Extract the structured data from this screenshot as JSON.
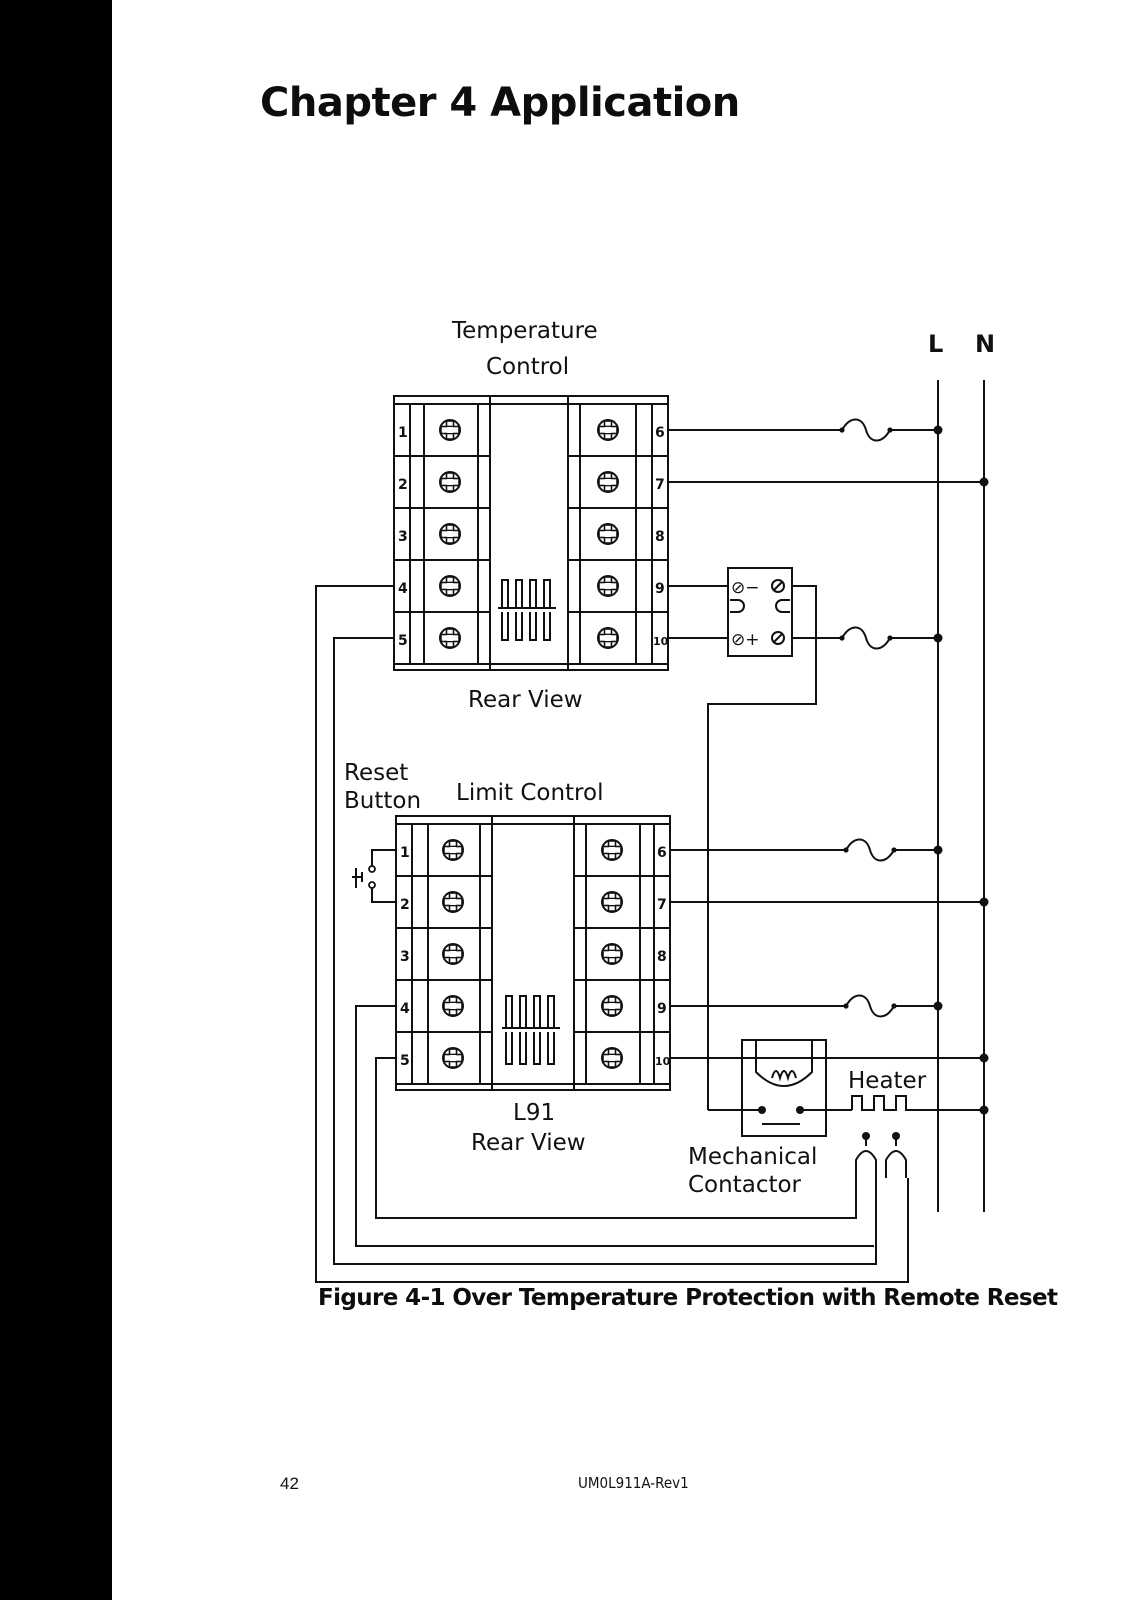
{
  "page": {
    "chapter_title": "Chapter 4 Application",
    "figure_caption": "Figure 4-1 Over Temperature Protection with Remote Reset",
    "page_number": "42",
    "doc_code": "UM0L911A-Rev1"
  },
  "diagram": {
    "temperature_control_label_line1": "Temperature",
    "temperature_control_label_line2": "Control",
    "rear_view_label": "Rear View",
    "reset_button_label_line1": "Reset",
    "reset_button_label_line2": "Button",
    "limit_control_label": "Limit Control",
    "model_label": "L91",
    "l91_rear_view_label": "Rear View",
    "line_label": "L",
    "neutral_label": "N",
    "heater_label": "Heater",
    "contactor_label_line1": "Mechanical",
    "contactor_label_line2": "Contactor",
    "ssr_minus": "⊘−",
    "ssr_plus": "⊘+",
    "left_terminals": [
      "1",
      "2",
      "3",
      "4",
      "5"
    ],
    "right_terminals": [
      "6",
      "7",
      "8",
      "9",
      "10"
    ]
  }
}
